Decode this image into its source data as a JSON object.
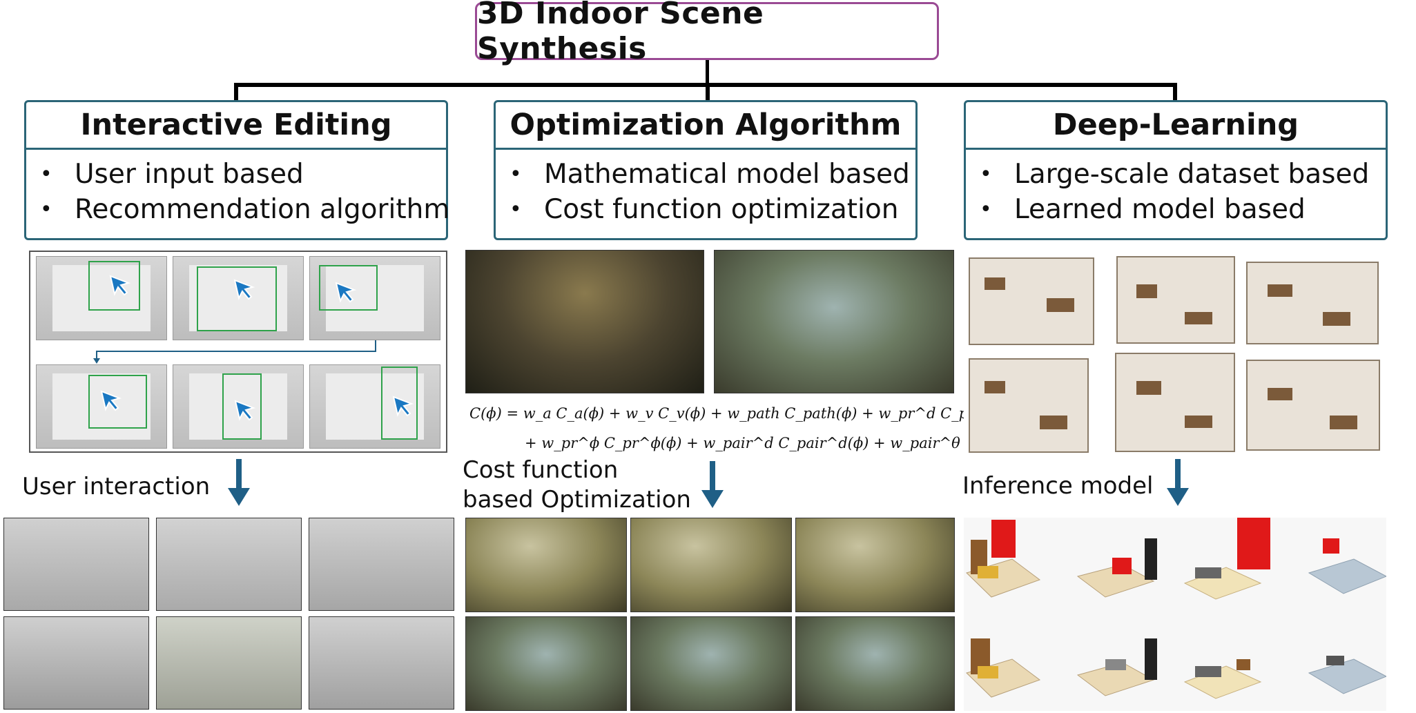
{
  "root": {
    "title": "3D Indoor Scene Synthesis"
  },
  "categories": [
    {
      "title": "Interactive Editing",
      "bullets": [
        "User input based",
        "Recommendation algorithm"
      ]
    },
    {
      "title": "Optimization Algorithm",
      "bullets": [
        "Mathematical model based",
        "Cost function optimization"
      ]
    },
    {
      "title": "Deep-Learning",
      "bullets": [
        "Large-scale dataset based",
        "Learned model based"
      ]
    }
  ],
  "labels": {
    "user_interaction": "User interaction",
    "cost_line1": "Cost function",
    "cost_line2": "based Optimization",
    "inference": "Inference model"
  },
  "formula": {
    "line1": "C(ϕ) = w_a C_a(ϕ) + w_v C_v(ϕ) + w_path C_path(ϕ) + w_pr^d C_pr^d(ϕ)",
    "line2": "+ w_pr^ϕ C_pr^ϕ(ϕ) + w_pair^d C_pair^d(ϕ) + w_pair^θ C_pair^θ(ϕ)"
  },
  "colors": {
    "root_border": "#9a4a94",
    "category_border": "#2b6577",
    "arrow": "#1f5f86",
    "selection": "#2ea24a",
    "cursor": "#1a78c2"
  },
  "icons": {
    "cursor": "cursor-icon",
    "arrow": "arrow-down-icon"
  }
}
